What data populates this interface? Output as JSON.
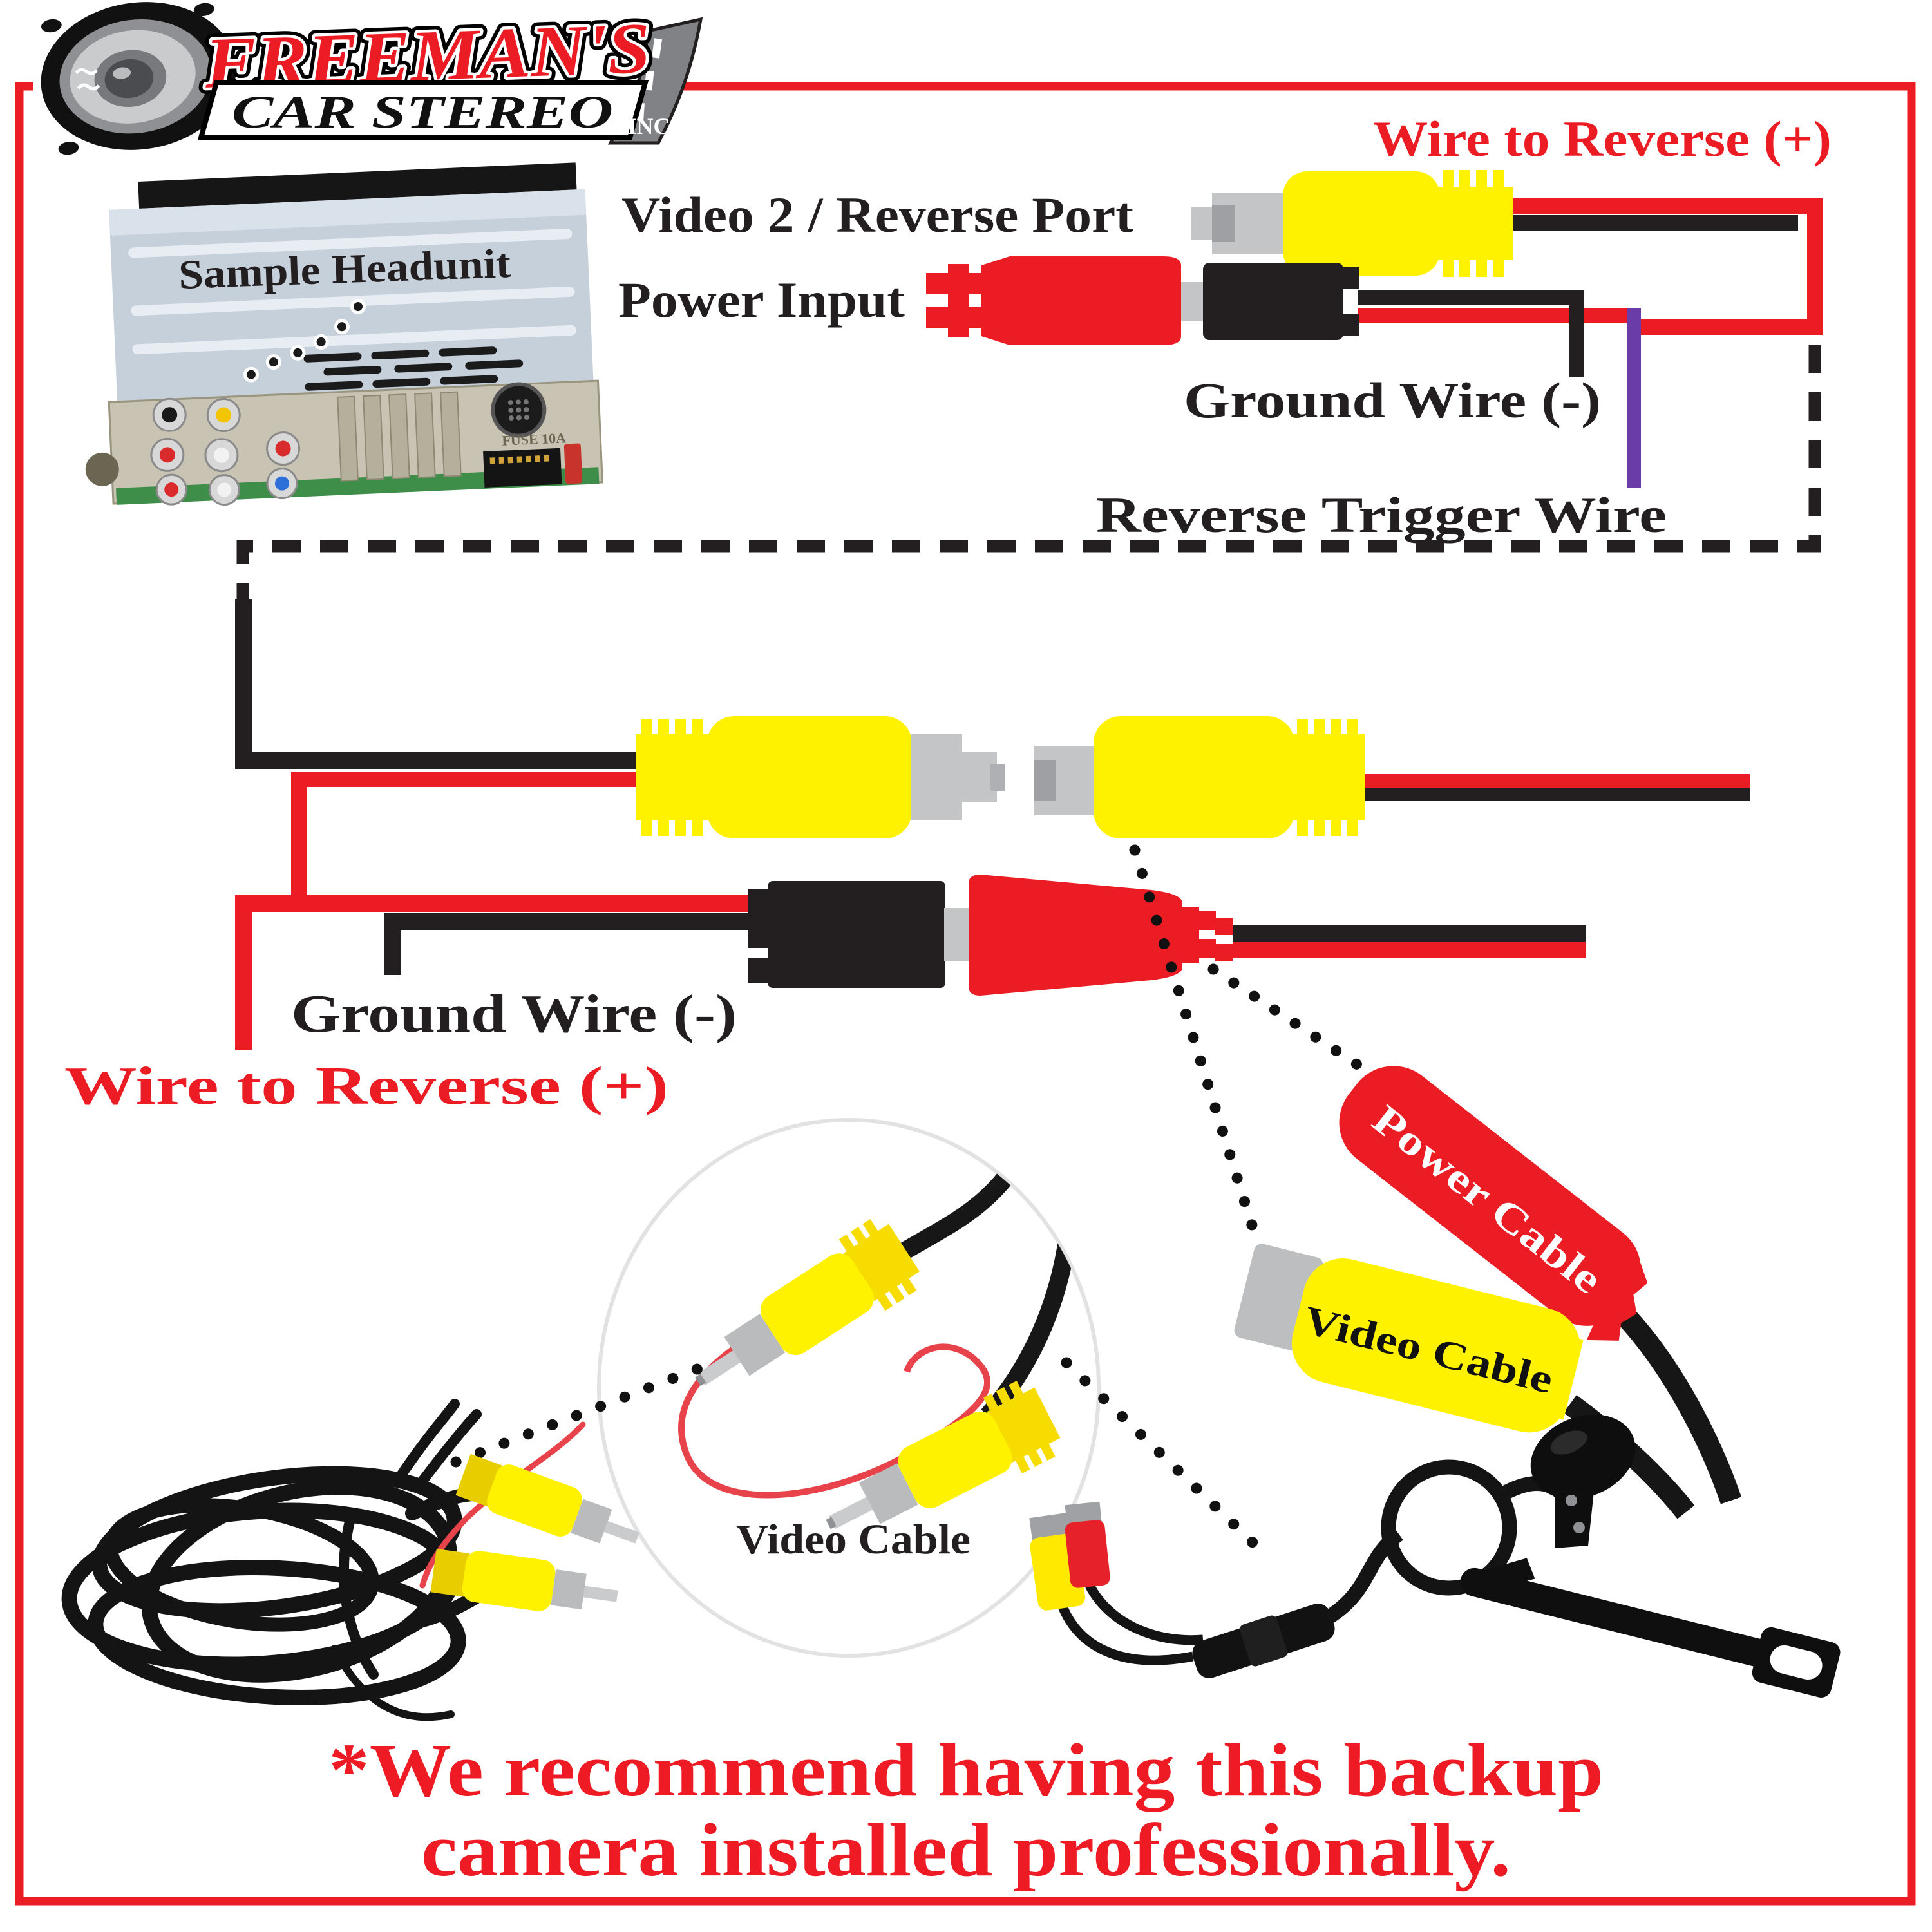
{
  "colors": {
    "red": "#EC1C24",
    "yellow": "#FFF200",
    "black": "#231F20",
    "grey": "#C3C5C7",
    "purple": "#6A3CA8",
    "white": "#FFFFFF",
    "footer_red": "#EE1B24"
  },
  "logo": {
    "brand": "FREEMAN'S",
    "subtitle": "CAR STEREO",
    "suffix": "INC."
  },
  "headunit": {
    "label": "Sample Headunit",
    "fuse_label": "FUSE 10A"
  },
  "top": {
    "video_port": "Video 2 / Reverse Port",
    "power_input": "Power Input",
    "wire_to_reverse": "Wire to Reverse (+)",
    "ground_wire": "Ground Wire (-)",
    "reverse_trigger": "Reverse Trigger Wire"
  },
  "mid": {
    "ground_wire": "Ground Wire (-)",
    "wire_to_reverse": "Wire to Reverse (+)"
  },
  "tags": {
    "power": "Power Cable",
    "video": "Video Cable"
  },
  "inset": {
    "label": "Video Cable"
  },
  "footer": {
    "line1": "*We recommend having this backup",
    "line2": "camera installed professionally."
  }
}
